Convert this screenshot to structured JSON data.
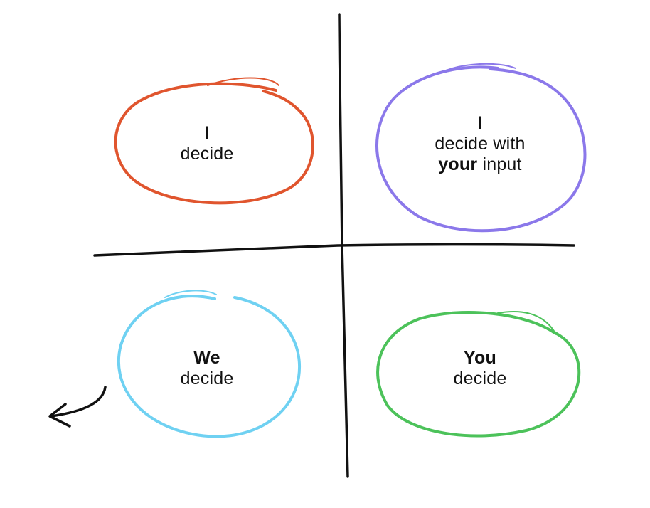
{
  "quadrants": {
    "top_left": {
      "line1": "I",
      "line2": "decide",
      "color": "#e0552e"
    },
    "top_right": {
      "line1": "I",
      "line2": "decide with",
      "line3_bold": "your",
      "line3_rest": " input",
      "color": "#8b78ea"
    },
    "bottom_left": {
      "line1": "We",
      "line2": "decide",
      "color": "#6fd1f2"
    },
    "bottom_right": {
      "line1": "You",
      "line2": "decide",
      "color": "#4cc25a"
    }
  },
  "axes": {
    "color": "#111111"
  },
  "arrow": {
    "icon": "curved-arrow-left-icon",
    "color": "#111111"
  }
}
